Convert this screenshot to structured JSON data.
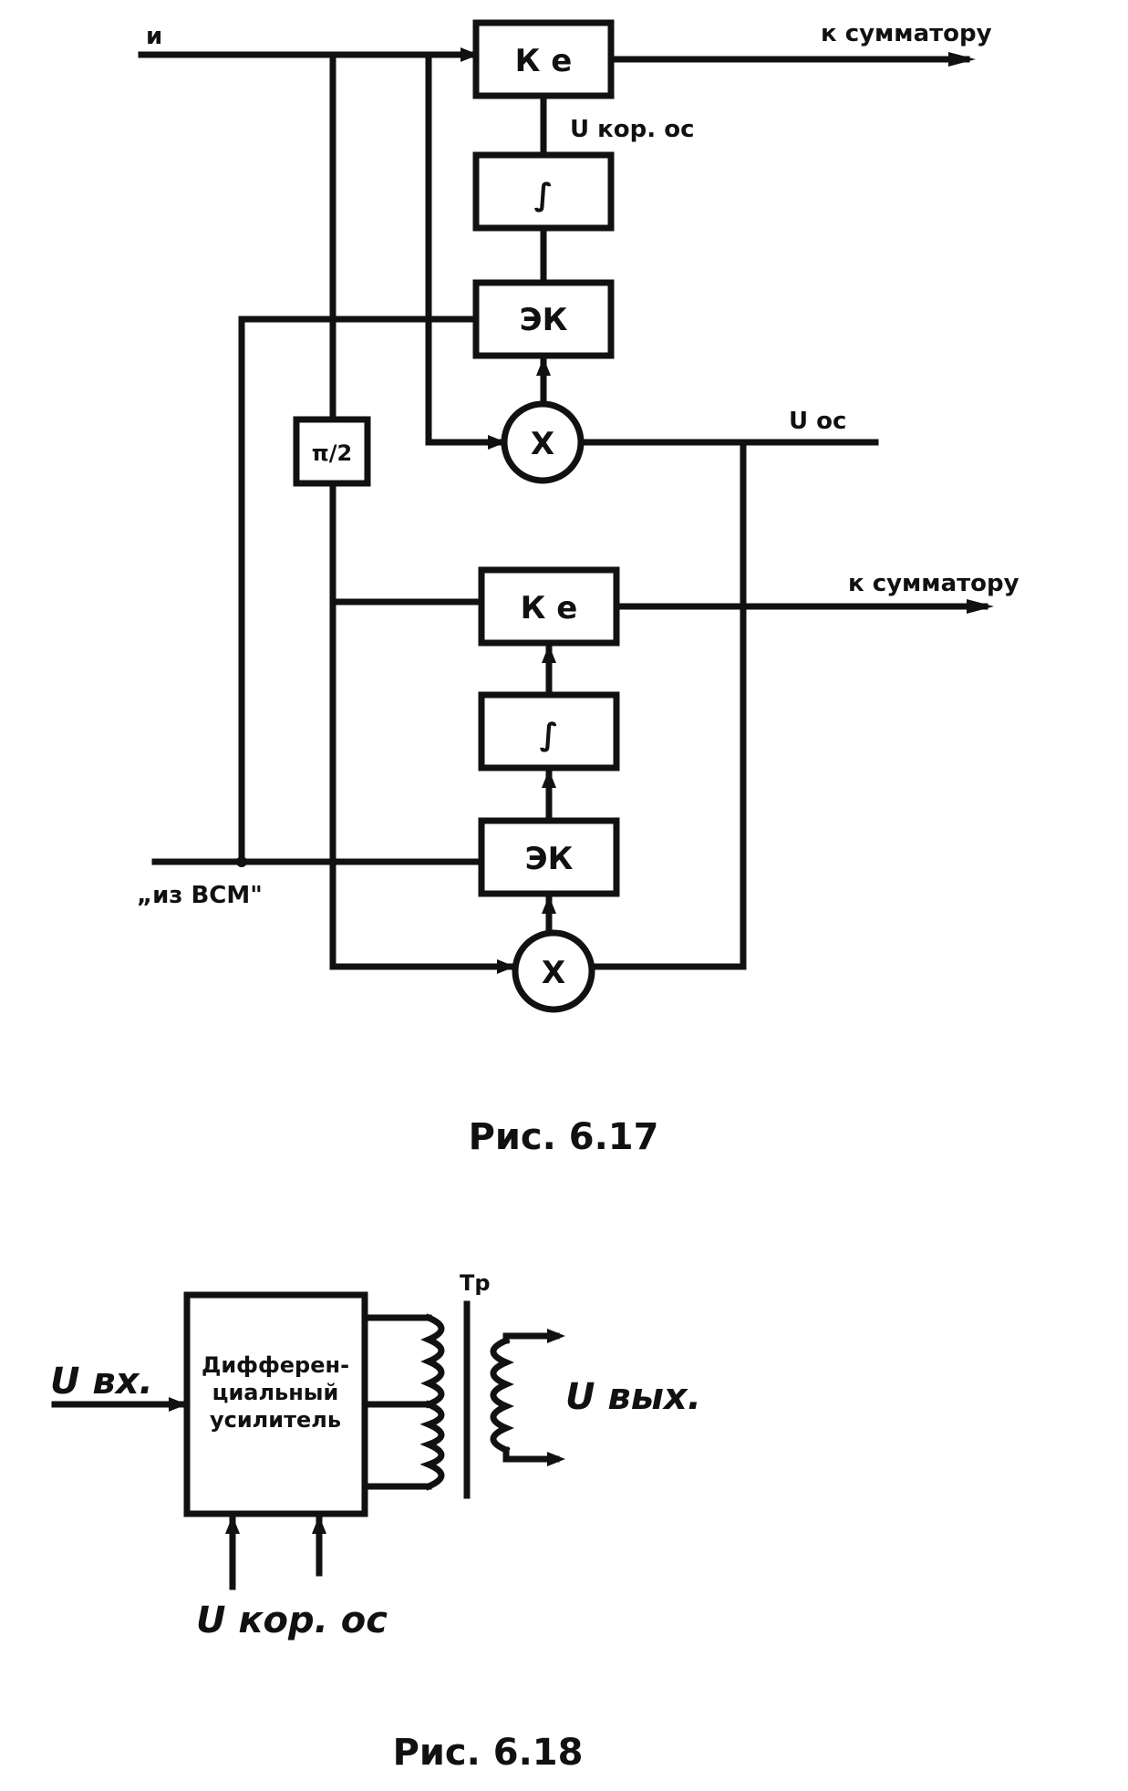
{
  "fig17": {
    "caption": "Рис. 6.17",
    "input_top": "и",
    "input_bottom": "„из ВСМ\"",
    "out_top": "к сумматору",
    "out_bottom": "к сумматору",
    "u_kor": "U кор. ос",
    "u_os": "U ос",
    "box_ke": "К е",
    "box_int": "∫",
    "box_ek": "ЭК",
    "box_phase": "π/2",
    "mult": "X"
  },
  "fig18": {
    "caption": "Рис. 6.18",
    "block_text": [
      "Дифферен-",
      "циальный",
      "усилитель"
    ],
    "u_in": "U вх.",
    "u_out": "U вых.",
    "u_kor": "U кор. ос",
    "tr": "Тр"
  }
}
